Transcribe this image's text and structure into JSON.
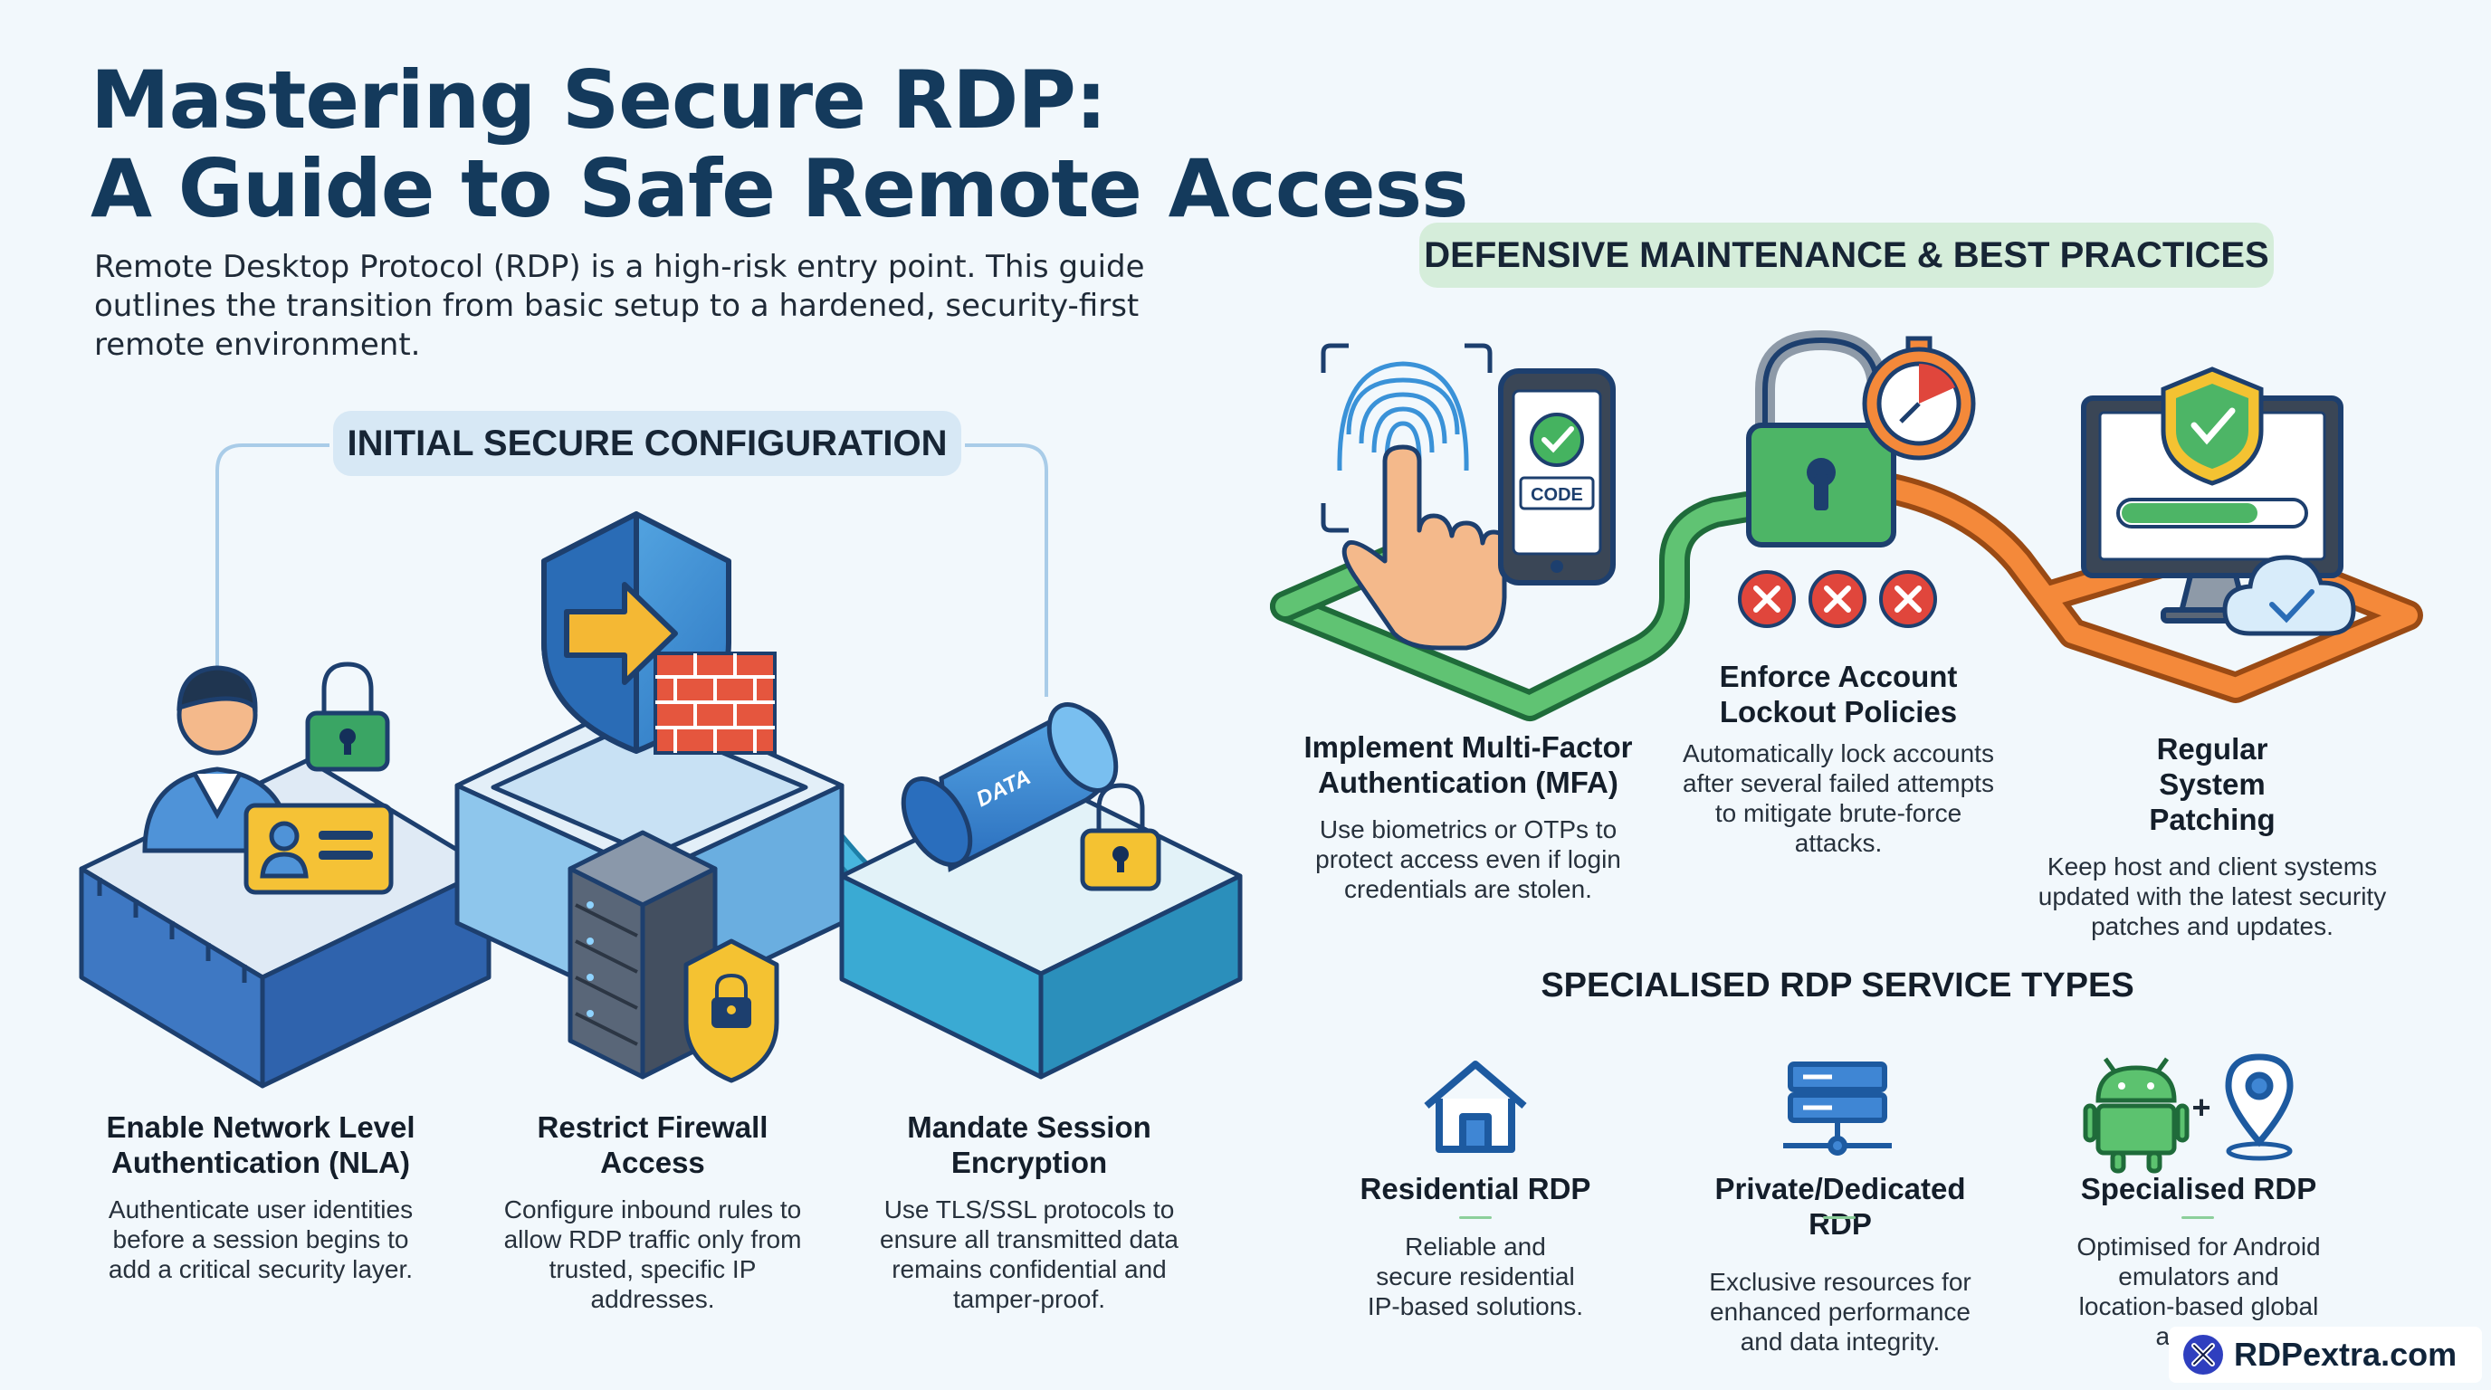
{
  "header": {
    "title_line1": "Mastering Secure RDP:",
    "title_line2": "A Guide to Safe Remote Access",
    "intro": "Remote Desktop Protocol (RDP) is a high-risk entry point. This guide outlines the transition from basic setup to a hardened, security-first remote environment."
  },
  "initial": {
    "title": "INITIAL SECURE CONFIGURATION",
    "items": [
      {
        "heading": "Enable Network Level Authentication (NLA)",
        "desc": "Authenticate user identities before a session begins to add a critical security layer."
      },
      {
        "heading": "Restrict Firewall Access",
        "desc": "Configure inbound rules to allow RDP traffic only from trusted, specific IP addresses."
      },
      {
        "heading": "Mandate Session Encryption",
        "desc": "Use TLS/SSL protocols to ensure all transmitted data remains confidential and tamper-proof."
      }
    ],
    "data_label": "DATA"
  },
  "defensive": {
    "title": "DEFENSIVE MAINTENANCE & BEST PRACTICES",
    "phone_code_label": "CODE",
    "items": [
      {
        "heading": "Implement Multi-Factor Authentication (MFA)",
        "desc": "Use biometrics or OTPs to protect access even if login credentials are stolen."
      },
      {
        "heading": "Enforce Account Lockout Policies",
        "desc": "Automatically lock accounts after several failed attempts to mitigate brute-force attacks."
      },
      {
        "heading": "Regular System Patching",
        "desc": "Keep host and client systems updated with the latest security patches and updates."
      }
    ]
  },
  "services": {
    "title": "SPECIALISED RDP SERVICE TYPES",
    "items": [
      {
        "heading": "Residential RDP",
        "desc": "Reliable and secure residential IP-based solutions.",
        "icon": "house-icon"
      },
      {
        "heading": "Private/Dedicated RDP",
        "desc": "Exclusive resources for enhanced performance and data integrity.",
        "icon": "server-stack-icon"
      },
      {
        "heading": "Specialised RDP",
        "desc": "Optimised for Android emulators and location-based global access.",
        "icon": "android-location-icon"
      }
    ],
    "plus_sign": "+"
  },
  "brand": {
    "name": "RDPextra.com"
  },
  "colors": {
    "title": "#143a5c",
    "pill_blue": "#d7e8f5",
    "pill_green": "#d5edda",
    "wall_blue": "#3f7fcc",
    "wall_teal": "#41b0d6",
    "path_green": "#5cc26f",
    "path_orange": "#f28a3c",
    "lock_gold": "#f3c132",
    "x_red": "#e0463c"
  }
}
